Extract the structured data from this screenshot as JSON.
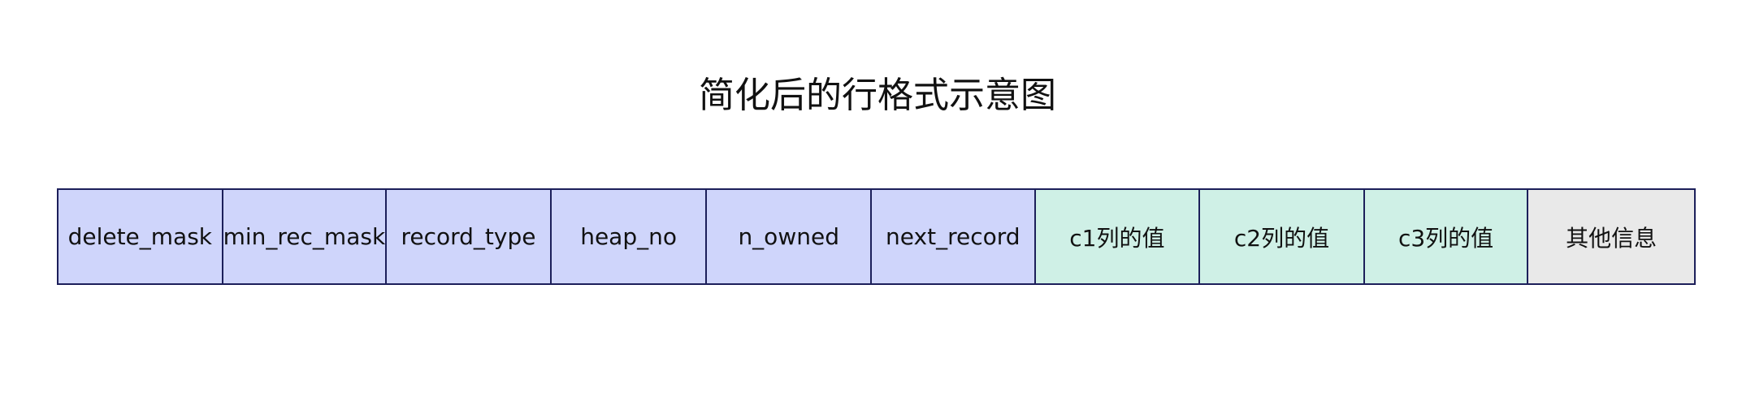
{
  "title": "简化后的行格式示意图",
  "fields": [
    {
      "label": "delete_mask",
      "kind": "header"
    },
    {
      "label": "min_rec_mask",
      "kind": "header"
    },
    {
      "label": "record_type",
      "kind": "header"
    },
    {
      "label": "heap_no",
      "kind": "header"
    },
    {
      "label": "n_owned",
      "kind": "header"
    },
    {
      "label": "next_record",
      "kind": "header"
    },
    {
      "label": "c1列的值",
      "kind": "value"
    },
    {
      "label": "c2列的值",
      "kind": "value"
    },
    {
      "label": "c3列的值",
      "kind": "value"
    },
    {
      "label": "其他信息",
      "kind": "other"
    }
  ],
  "colors": {
    "header_fill": "#cfd5fb",
    "value_fill": "#cff0e6",
    "other_fill": "#e9e9e9",
    "border": "#1c1f5a"
  }
}
